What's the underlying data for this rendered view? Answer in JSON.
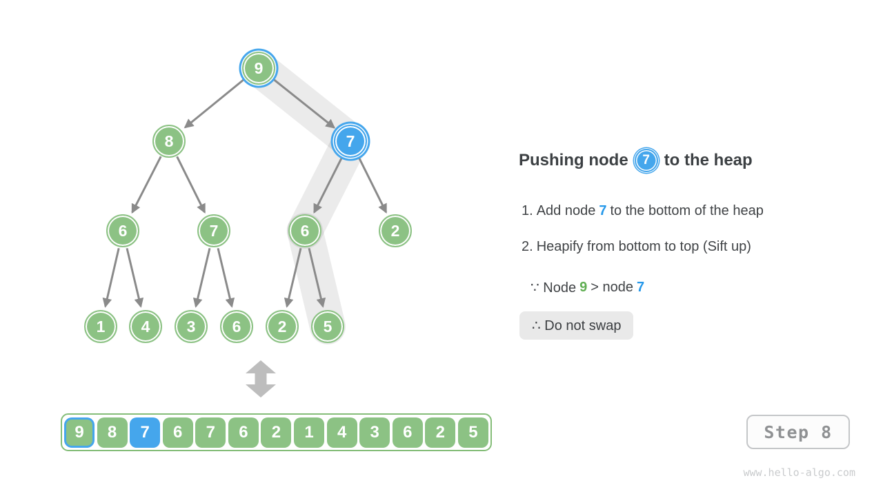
{
  "colors": {
    "node_green": "#8CC284",
    "node_blue": "#45A6EC",
    "text_blue": "#2598EA",
    "text_green": "#5FAE52",
    "arrow_gray": "#8A8A8A",
    "highlight_band": "rgba(0,0,0,0.08)"
  },
  "tree": {
    "nodes": [
      {
        "value": "9",
        "state": "current-ring"
      },
      {
        "value": "8",
        "state": "normal"
      },
      {
        "value": "7",
        "state": "pushed-blue"
      },
      {
        "value": "6",
        "state": "normal"
      },
      {
        "value": "7",
        "state": "normal"
      },
      {
        "value": "6",
        "state": "on-path"
      },
      {
        "value": "2",
        "state": "normal"
      },
      {
        "value": "1",
        "state": "normal"
      },
      {
        "value": "4",
        "state": "normal"
      },
      {
        "value": "3",
        "state": "normal"
      },
      {
        "value": "6",
        "state": "normal"
      },
      {
        "value": "2",
        "state": "normal"
      },
      {
        "value": "5",
        "state": "on-path"
      }
    ]
  },
  "array_bar": {
    "values": [
      "9",
      "8",
      "7",
      "6",
      "7",
      "6",
      "2",
      "1",
      "4",
      "3",
      "6",
      "2",
      "5"
    ]
  },
  "panel": {
    "title": {
      "pre": "Pushing node",
      "node": "7",
      "post": "to the heap"
    },
    "items": [
      {
        "num": "1.",
        "pre": "Add node",
        "value": "7",
        "post": "to the bottom of the heap"
      },
      {
        "num": "2.",
        "pre": "Heapify from bottom to top (Sift up)"
      }
    ],
    "reason": {
      "pre": "∵ Node",
      "green": "9",
      "mid": "> node",
      "blue": "7"
    },
    "conclusion": "∴ Do not swap"
  },
  "step_badge": "Step 8",
  "watermark": "www.hello-algo.com"
}
